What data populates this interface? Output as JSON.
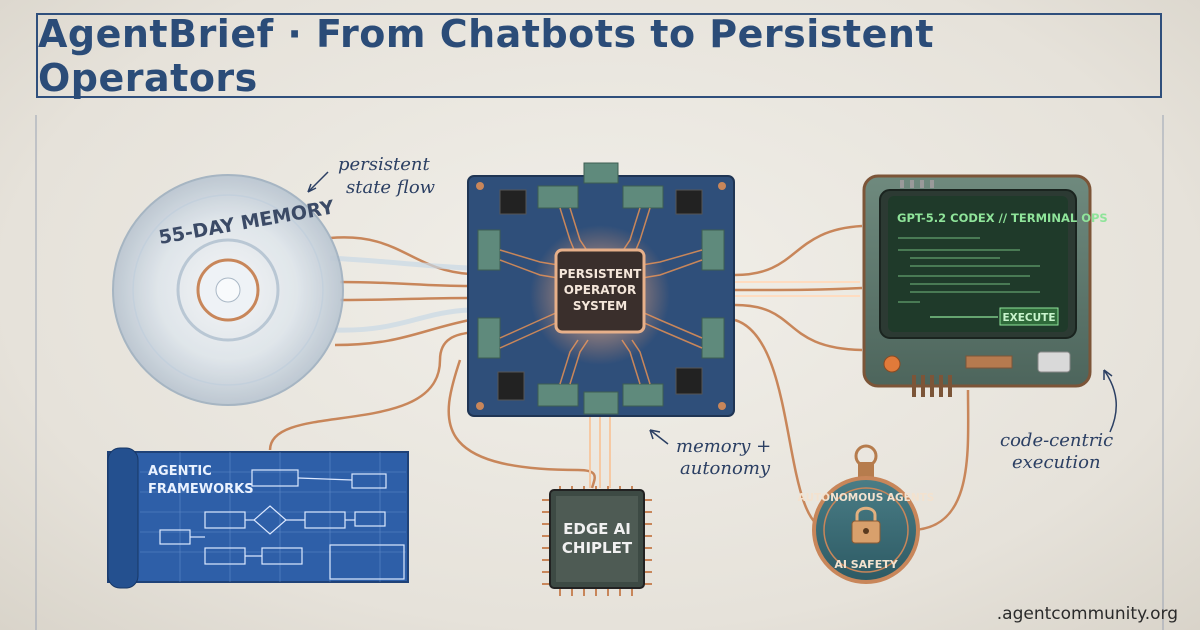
{
  "title": "AgentBrief · From Chatbots to Persistent Operators",
  "memory_disc": {
    "label": "55-DAY MEMORY"
  },
  "note_persistent": {
    "line1": "persistent",
    "line2": "state flow"
  },
  "chip": {
    "line1": "PERSISTENT",
    "line2": "OPERATOR",
    "line3": "SYSTEM"
  },
  "terminal": {
    "header": "GPT-5.2 CODEX // TERMINAL OPS",
    "button": "EXECUTE"
  },
  "note_code": {
    "line1": "code-centric",
    "line2": "execution"
  },
  "blueprint": {
    "line1": "AGENTIC",
    "line2": "FRAMEWORKS"
  },
  "note_memory": {
    "line1": "memory +",
    "line2": "autonomy"
  },
  "edge_chip": {
    "line1": "EDGE AI",
    "line2": "CHIPLET"
  },
  "badge": {
    "top": "AUTONOMOUS AGENTS",
    "bottom": "AI SAFETY"
  },
  "footer": {
    "site": ".agentcommunity.org"
  },
  "colors": {
    "navy": "#2b4c78",
    "copper": "#c8865a",
    "pcb": "#2f4f7a",
    "screen": "#1f3a2a",
    "green": "#7ed68a",
    "blueprint": "#2e5fa8"
  }
}
